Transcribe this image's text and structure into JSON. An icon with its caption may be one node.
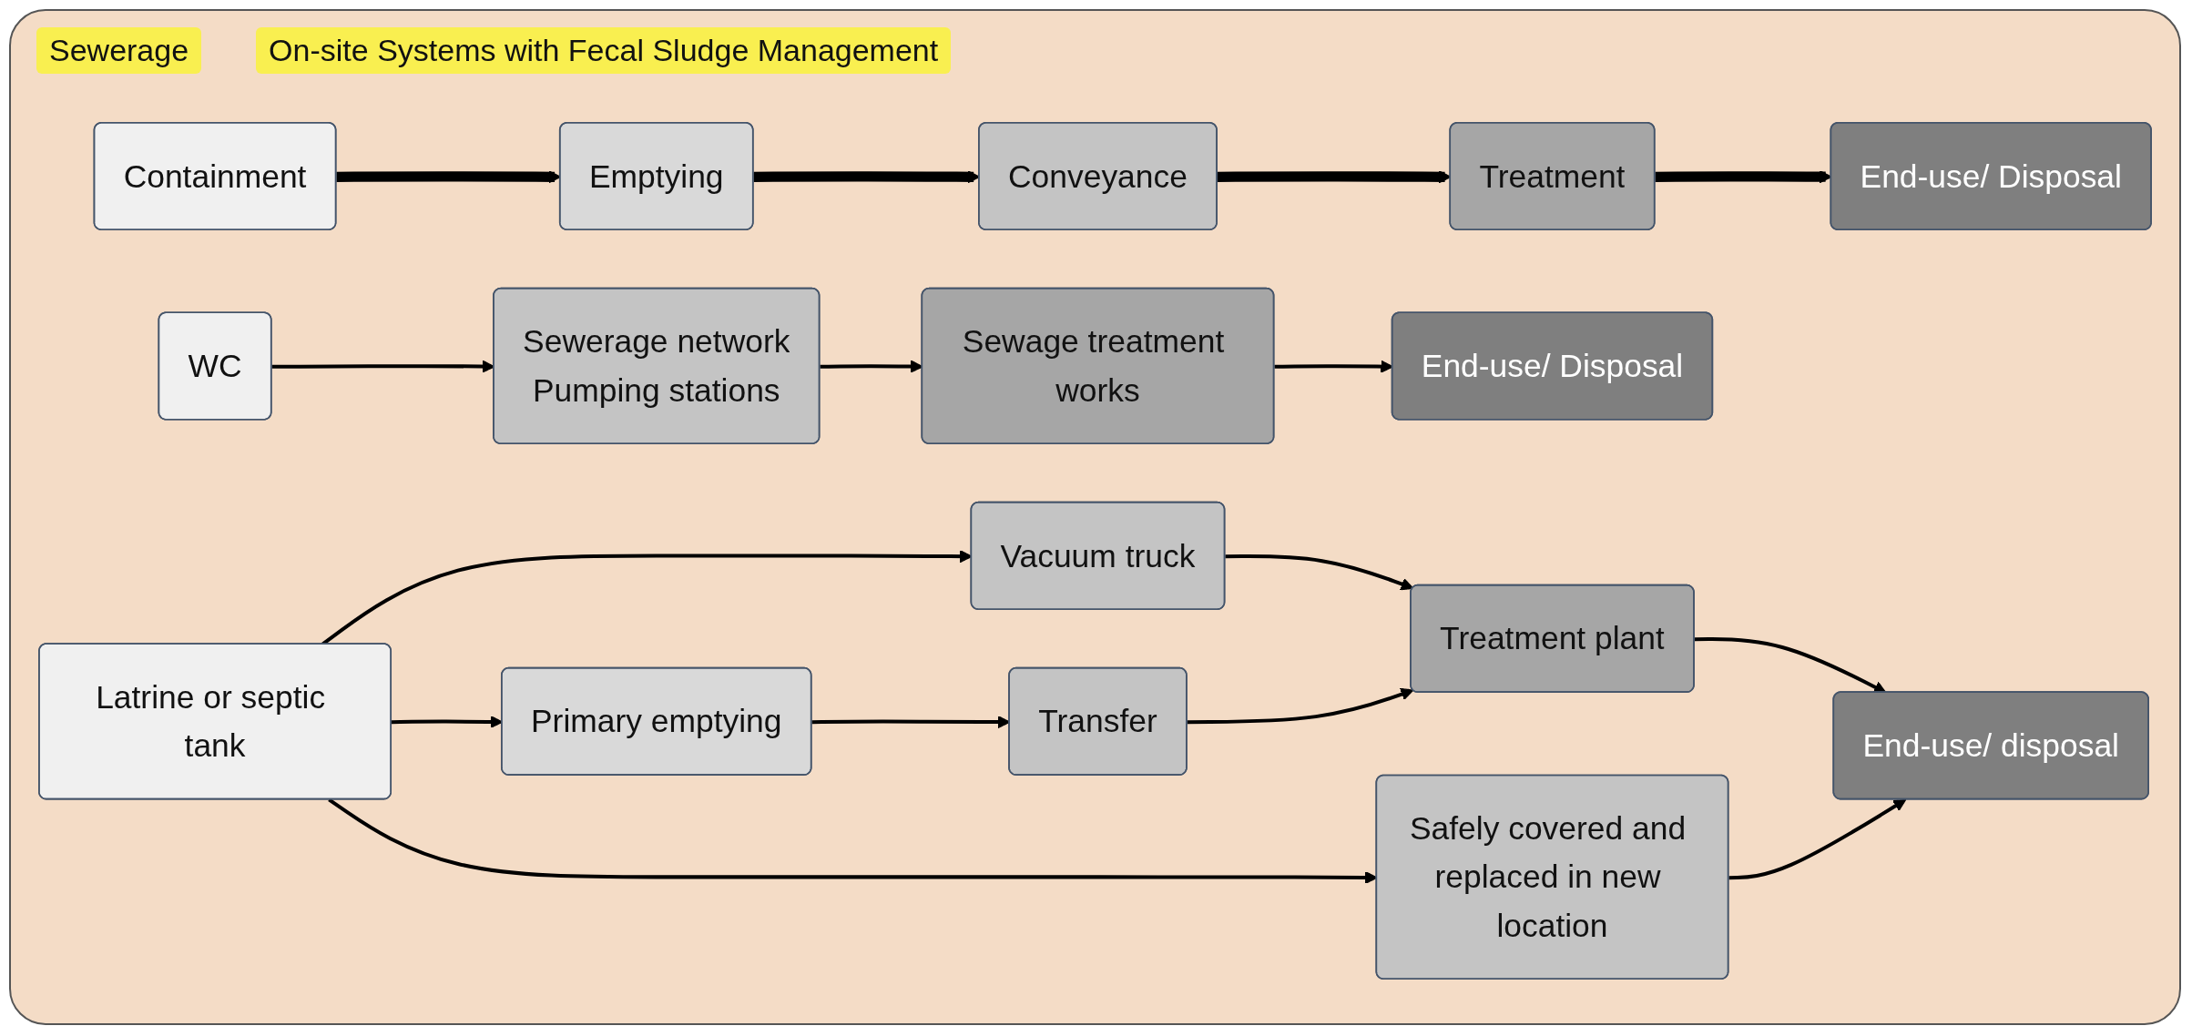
{
  "diagram": {
    "nodes": [
      {
        "text": [
          "Containment"
        ]
      },
      {
        "text": [
          "Emptying"
        ]
      },
      {
        "text": [
          "Conveyance"
        ]
      },
      {
        "text": [
          "Treatment"
        ]
      },
      {
        "text": [
          "End-use/ Disposal"
        ]
      },
      {
        "text": [
          "WC"
        ]
      },
      {
        "text": [
          "Sewerage network",
          "Pumping stations"
        ]
      },
      {
        "text": [
          "Sewage treatment works"
        ]
      },
      {
        "text": [
          "End-use/ Disposal"
        ]
      },
      {
        "text": [
          "Latrine or septic tank"
        ]
      },
      {
        "text": [
          "Vacuum truck"
        ]
      },
      {
        "text": [
          "Primary emptying"
        ]
      },
      {
        "text": [
          "Transfer"
        ]
      },
      {
        "text": [
          "Treatment plant"
        ]
      },
      {
        "text": [
          "Safely covered and replaced in new location"
        ]
      },
      {
        "text": [
          "End-use/ disposal"
        ]
      }
    ],
    "edges": [
      {
        "from": 0,
        "to": 1,
        "arrow": "to",
        "style": "thick"
      },
      {
        "from": 1,
        "to": 2,
        "arrow": "to",
        "style": "thick"
      },
      {
        "from": 2,
        "to": 3,
        "arrow": "to",
        "style": "thick"
      },
      {
        "from": 3,
        "to": 4,
        "arrow": "to",
        "style": "thick"
      },
      {
        "from": 5,
        "to": 6,
        "arrow": "to"
      },
      {
        "from": 6,
        "to": 7,
        "arrow": "to"
      },
      {
        "from": 7,
        "to": 8,
        "arrow": "to"
      },
      {
        "from": 9,
        "to": 10,
        "arrow": "to"
      },
      {
        "from": 9,
        "to": 11,
        "arrow": "to"
      },
      {
        "from": 9,
        "to": 14,
        "arrow": "to"
      },
      {
        "from": 10,
        "to": 13,
        "arrow": "to"
      },
      {
        "from": 11,
        "to": 12,
        "arrow": "to"
      },
      {
        "from": 12,
        "to": 13,
        "arrow": "to"
      },
      {
        "from": 13,
        "to": 15,
        "arrow": "to"
      },
      {
        "from": 14,
        "to": 15,
        "arrow": "to"
      }
    ],
    "labels": [
      "Sewerage",
      "On-site Systems with Fecal Sludge Management"
    ]
  }
}
